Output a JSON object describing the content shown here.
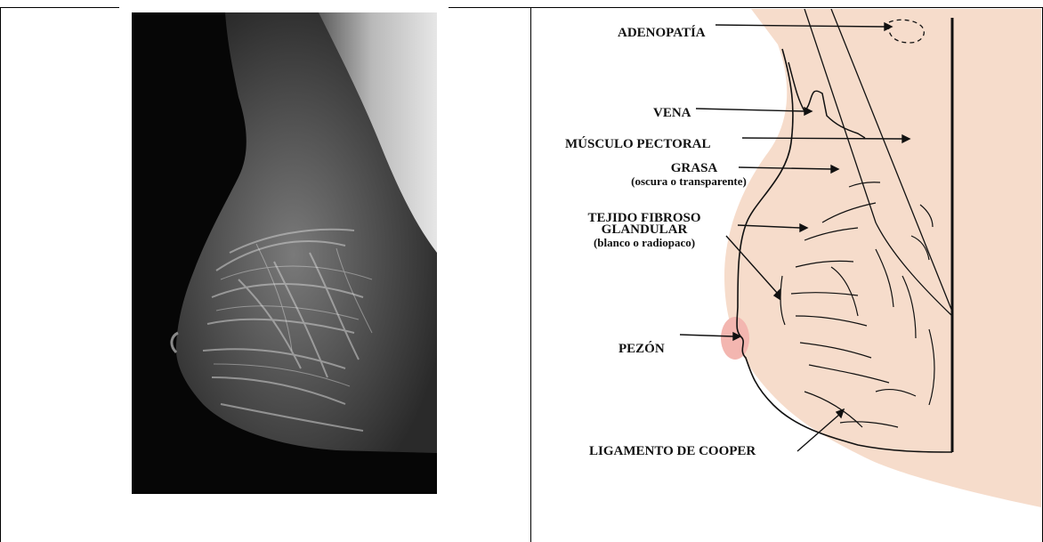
{
  "diagram": {
    "labels": {
      "adenopatia": "ADENOPATÍA",
      "vena": "VENA",
      "musculo": "MÚSCULO PECTORAL",
      "grasa": "GRASA",
      "grasa_sub": "(oscura o transparente)",
      "tejido_1": "TEJIDO FIBROSO",
      "tejido_2": "GLANDULAR",
      "tejido_sub": "(blanco o radiopaco)",
      "pezon": "PEZÓN",
      "ligamento": "LIGAMENTO DE COOPER"
    },
    "colors": {
      "tissue_fill": "#f6dccb",
      "nipple_fill": "#f3b6b0",
      "line": "#111111"
    }
  }
}
